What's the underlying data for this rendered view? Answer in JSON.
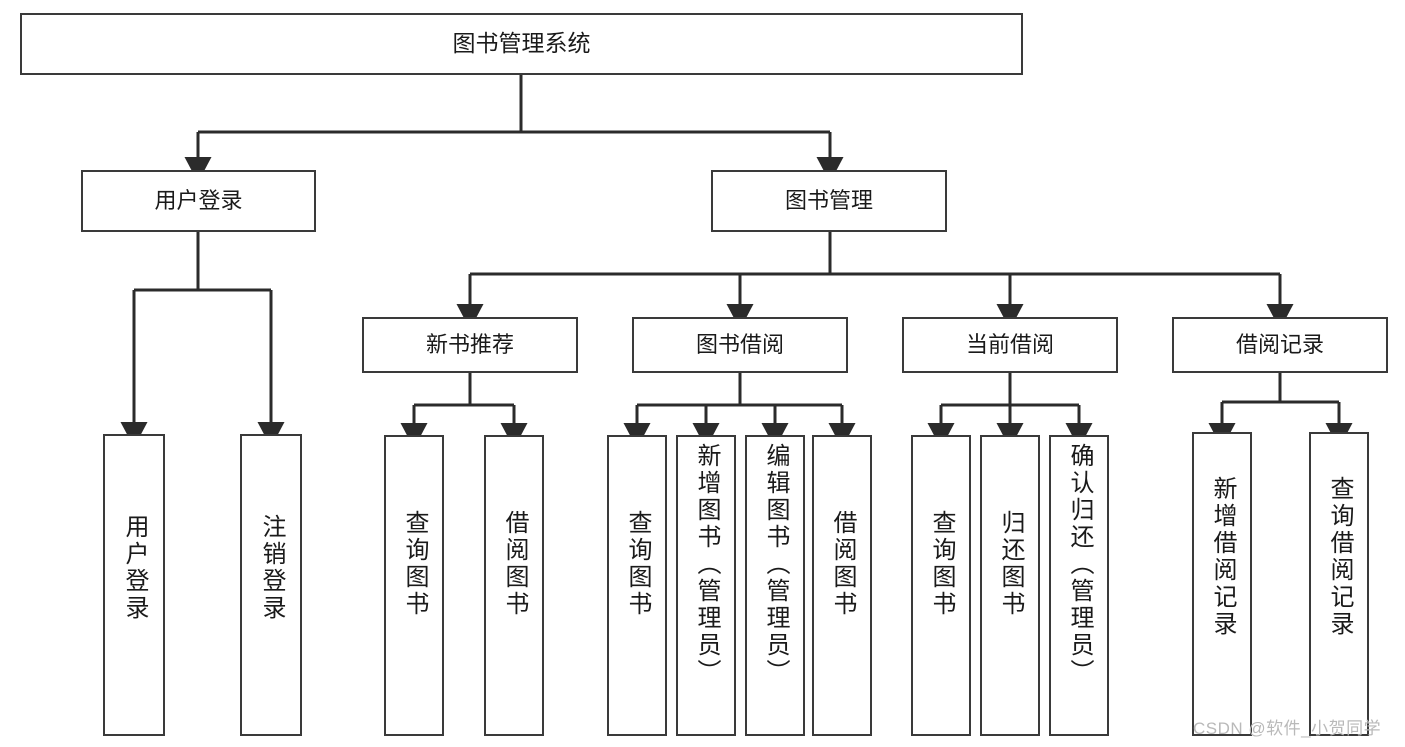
{
  "diagram": {
    "type": "tree-hierarchy-chart",
    "title": "图书管理系统",
    "watermark": "CSDN @软件_小贺同学",
    "colors": {
      "box_border": "#3a3a3a",
      "box_fill": "#ffffff",
      "connector": "#2b2b2b",
      "text": "#1a1a1a",
      "watermark": "#b9b9b9",
      "background": "#ffffff"
    },
    "levels": {
      "root": {
        "label": "图书管理系统"
      },
      "level2": [
        {
          "label": "用户登录"
        },
        {
          "label": "图书管理"
        }
      ],
      "level3": [
        {
          "label": "新书推荐"
        },
        {
          "label": "图书借阅"
        },
        {
          "label": "当前借阅"
        },
        {
          "label": "借阅记录"
        }
      ],
      "leaves": {
        "user_login": [
          {
            "label": "用户登录"
          },
          {
            "label": "注销登录"
          }
        ],
        "new_book_recommend": [
          {
            "label": "查询图书"
          },
          {
            "label": "借阅图书"
          }
        ],
        "book_borrow": [
          {
            "label": "查询图书"
          },
          {
            "label": "新增图书（管理员）"
          },
          {
            "label": "编辑图书（管理员）"
          },
          {
            "label": "借阅图书"
          }
        ],
        "current_borrow": [
          {
            "label": "查询图书"
          },
          {
            "label": "归还图书"
          },
          {
            "label": "确认归还（管理员）"
          }
        ],
        "borrow_record": [
          {
            "label": "新增借阅记录"
          },
          {
            "label": "查询借阅记录"
          }
        ]
      }
    }
  }
}
